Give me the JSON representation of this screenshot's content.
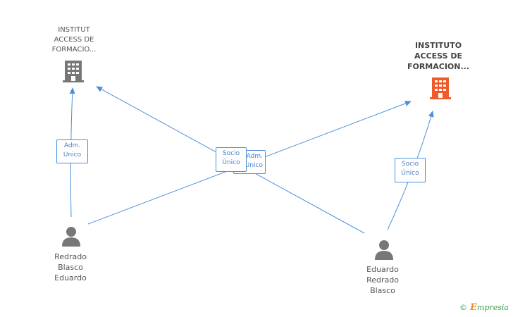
{
  "nodes": {
    "company_left": {
      "lines": [
        "INSTITUT",
        "ACCESS DE",
        "FORMACIO..."
      ],
      "icon": "building-icon",
      "color": "#777777"
    },
    "company_right": {
      "lines": [
        "INSTITUTO",
        "ACCESS DE",
        "FORMACION..."
      ],
      "icon": "building-icon",
      "color": "#ee5a2a"
    },
    "person_left": {
      "lines": [
        "Redrado",
        "Blasco",
        "Eduardo"
      ],
      "icon": "person-icon",
      "color": "#777777"
    },
    "person_right": {
      "lines": [
        "Eduardo",
        "Redrado",
        "Blasco"
      ],
      "icon": "person-icon",
      "color": "#777777"
    }
  },
  "edge_labels": {
    "adm_left": [
      "Adm.",
      "Unico"
    ],
    "socio_center": [
      "Socio",
      "Único"
    ],
    "adm_center": [
      "Adm.",
      "Unico"
    ],
    "socio_right": [
      "Socio",
      "Único"
    ]
  },
  "colors": {
    "edge": "#4a90d9"
  },
  "brand": {
    "copyright": "©",
    "e": "E",
    "rest": "mpresia"
  }
}
